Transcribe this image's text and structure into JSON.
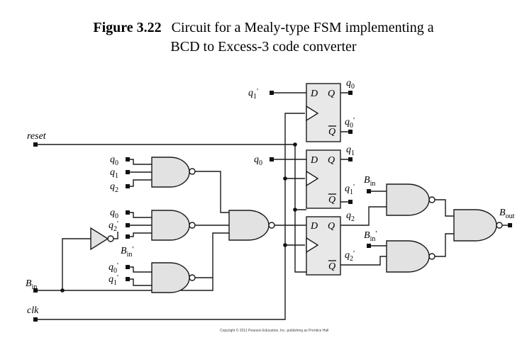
{
  "caption": {
    "figure_label": "Figure 3.22",
    "line1": "Circuit for a Mealy-type FSM implementing a",
    "line2": "BCD to Excess-3  code converter"
  },
  "signals": {
    "reset": "reset",
    "clk": "clk",
    "bin": "B",
    "bin_sub": "in",
    "bout": "B",
    "bout_sub": "out",
    "q0": "q",
    "q1": "q",
    "q2": "q"
  },
  "flipflop_pins": {
    "d": "D",
    "q": "Q",
    "qbar": "Q"
  },
  "footer": {
    "copyright": "Copyright © 2011 Pearson Education, Inc. publishing as Prentice Hall"
  }
}
